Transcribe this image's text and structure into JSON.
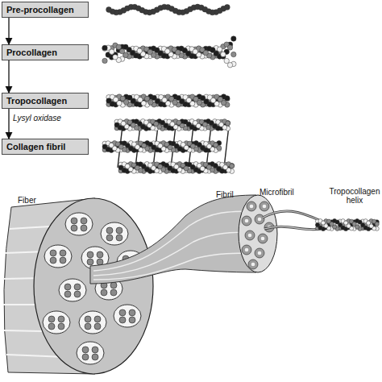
{
  "diagram": {
    "nodes": [
      {
        "text": [
          "Pre-procollagen"
        ]
      },
      {
        "text": [
          "Procollagen"
        ]
      },
      {
        "text": [
          "Tropocollagen"
        ]
      },
      {
        "text": [
          "Collagen fibril"
        ]
      }
    ],
    "edges": [
      {
        "from": 0,
        "to": 1,
        "arrow": "to"
      },
      {
        "from": 1,
        "to": 2,
        "arrow": "to"
      },
      {
        "from": 2,
        "to": 3,
        "label": "Lysyl oxidase",
        "arrow": "to"
      }
    ],
    "labels": [
      "Fiber",
      "Fibril",
      "Microfibril",
      "Tropocollagen helix"
    ]
  }
}
